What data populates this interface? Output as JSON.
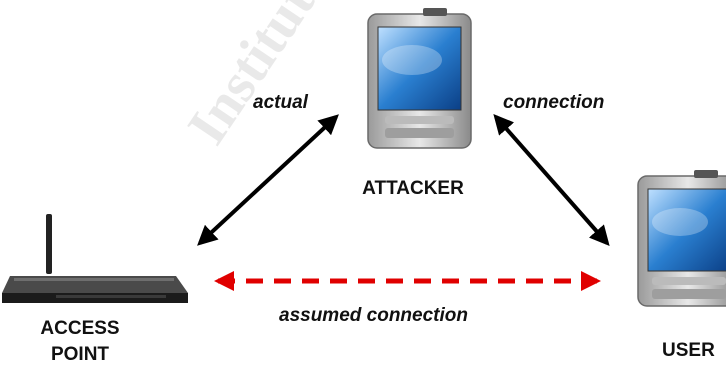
{
  "watermark": "Institute",
  "labels": {
    "actual": "actual",
    "connection": "connection",
    "attacker": "ATTACKER",
    "access_point_line1": "ACCESS",
    "access_point_line2": "POINT",
    "user": "USER",
    "assumed_connection": "assumed connection"
  },
  "colors": {
    "real_link": "#000000",
    "assumed_link": "#e00000",
    "device_screen": "#2a7fd0"
  },
  "icons": {
    "attacker_device": "pda-device-icon",
    "user_device": "pda-device-icon",
    "access_point": "wireless-router-icon"
  }
}
